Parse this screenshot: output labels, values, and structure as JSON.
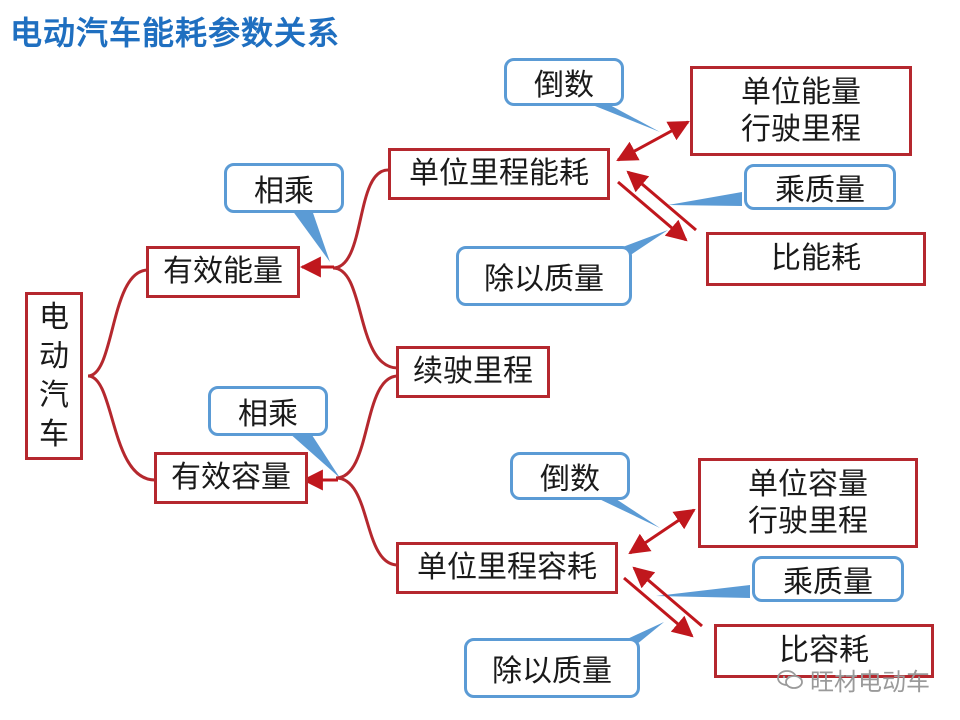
{
  "title": "电动汽车能耗参数关系",
  "nodes": {
    "ev": [
      "电",
      "动",
      "汽",
      "车"
    ],
    "effective_energy": "有效能量",
    "effective_capacity": "有效容量",
    "unit_mileage_energy": "单位里程能耗",
    "range": "续驶里程",
    "unit_mileage_capacity": "单位里程容耗",
    "unit_energy_mileage": [
      "单位能量",
      "行驶里程"
    ],
    "specific_energy": "比能耗",
    "unit_capacity_mileage": [
      "单位容量",
      "行驶里程"
    ],
    "specific_capacity": "比容耗"
  },
  "callouts": {
    "multiply_top": "相乘",
    "multiply_bottom": "相乘",
    "reciprocal_top": "倒数",
    "reciprocal_bottom": "倒数",
    "times_mass_top": "乘质量",
    "times_mass_bottom": "乘质量",
    "divide_mass_top": "除以质量",
    "divide_mass_bottom": "除以质量"
  },
  "watermark": "旺材电动车",
  "colors": {
    "box_border": "#b5282e",
    "callout_border": "#5b9bd5",
    "title": "#1f6fc0"
  }
}
